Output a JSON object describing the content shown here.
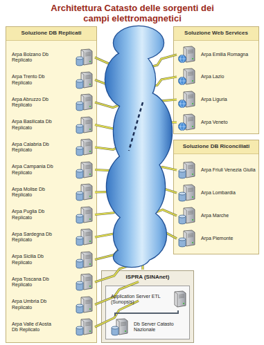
{
  "diagram": {
    "title": "Architettura Catasto delle sorgenti dei campi elettromagnetici",
    "nodes": [
      {
        "text": [
          "Soluzione DB Replicati"
        ]
      },
      {
        "text": [
          "Arpa Bolzano Db Replicato"
        ],
        "in": 0
      },
      {
        "text": [
          "Arpa Trento Db Replicato"
        ],
        "in": 0
      },
      {
        "text": [
          "Arpa Abruzzo Db Replicato"
        ],
        "in": 0
      },
      {
        "text": [
          "Arpa Basilicata Db Replicato"
        ],
        "in": 0
      },
      {
        "text": [
          "Arpa Calabria Db Replicato"
        ],
        "in": 0
      },
      {
        "text": [
          "Arpa Campania Db Replicato"
        ],
        "in": 0
      },
      {
        "text": [
          "Arpa Molise Db Replicato"
        ],
        "in": 0
      },
      {
        "text": [
          "Arpa Puglia Db Replicato"
        ],
        "in": 0
      },
      {
        "text": [
          "Arpa Sardegna Db Replicato"
        ],
        "in": 0
      },
      {
        "text": [
          "Arpa Sicilia Db Replicato"
        ],
        "in": 0
      },
      {
        "text": [
          "Arpa Toscana Db Replicato"
        ],
        "in": 0
      },
      {
        "text": [
          "Arpa Umbria Db Replicato"
        ],
        "in": 0
      },
      {
        "text": [
          "Arpa Valle d'Aosta Db Replicato"
        ],
        "in": 0
      },
      {
        "text": [
          "Soluzione Web Services"
        ]
      },
      {
        "text": [
          "Arpa Emilia Romagna"
        ],
        "in": 14
      },
      {
        "text": [
          "Arpa Lazio"
        ],
        "in": 14
      },
      {
        "text": [
          "Arpa Liguria"
        ],
        "in": 14
      },
      {
        "text": [
          "Arpa Veneto"
        ],
        "in": 14
      },
      {
        "text": [
          "Soluzione DB Riconciliati"
        ]
      },
      {
        "text": [
          "Arpa Friuli Venezia Giulia"
        ],
        "in": 19
      },
      {
        "text": [
          "Arpa Lombardia"
        ],
        "in": 19
      },
      {
        "text": [
          "Arpa Marche"
        ],
        "in": 19
      },
      {
        "text": [
          "Arpa Piemonte"
        ],
        "in": 19
      },
      {
        "text": [
          "ISPRA (SINAnet)"
        ]
      },
      {
        "text": [
          "Application Server ETL (Sunopsis)"
        ],
        "in": 24
      },
      {
        "text": [
          "Db Server Catasto Nazionale"
        ],
        "in": 24
      }
    ],
    "edges": [
      {
        "from": 25,
        "to": 26,
        "arrow": "none"
      }
    ]
  }
}
